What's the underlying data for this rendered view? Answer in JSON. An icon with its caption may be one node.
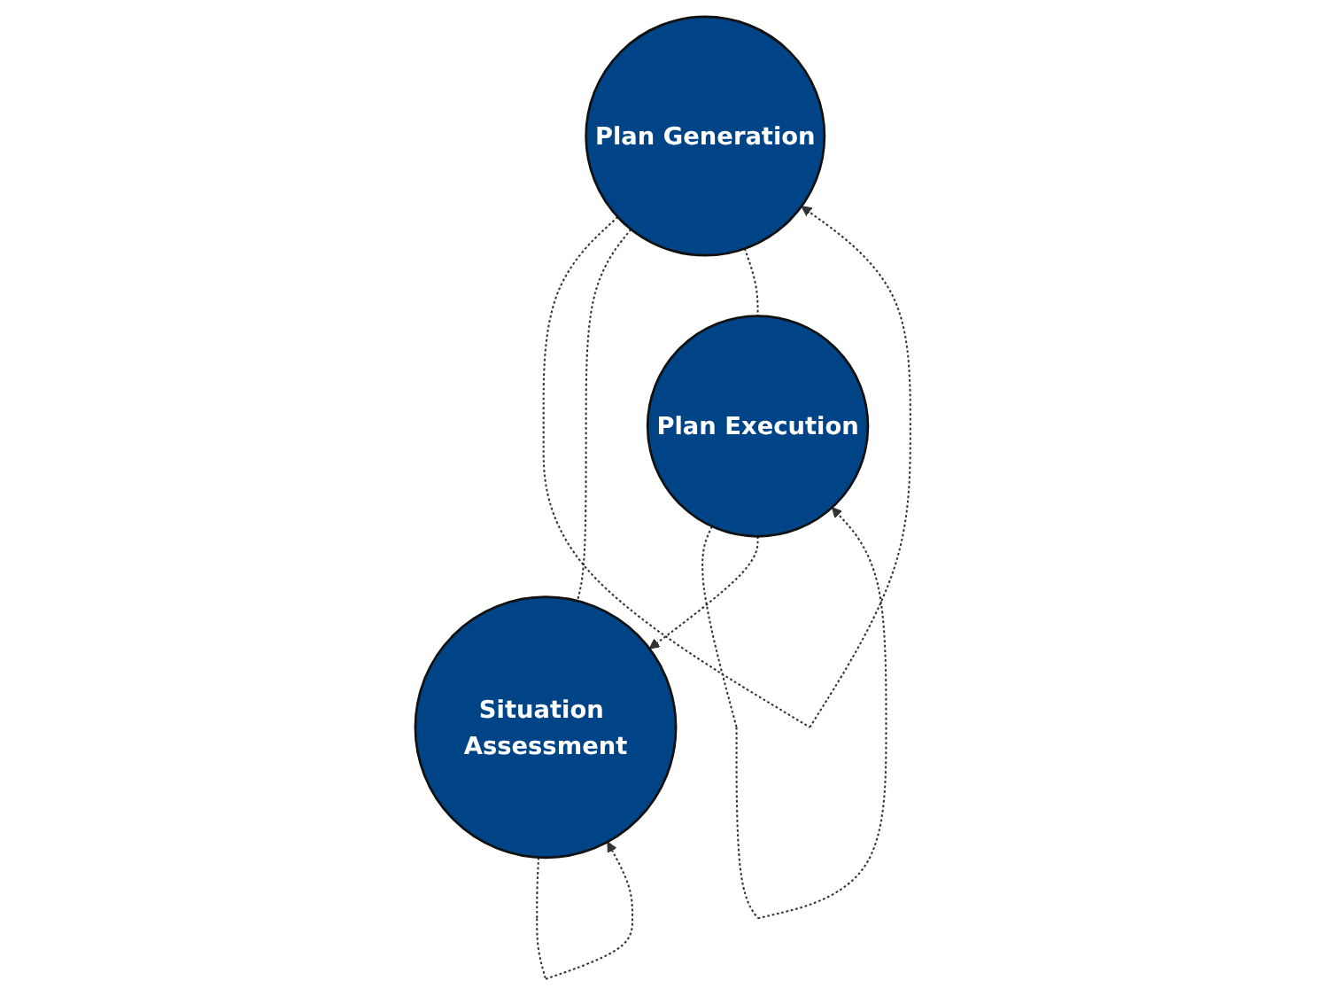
{
  "diagram": {
    "nodes": [
      {
        "text": [
          "Plan Generation"
        ]
      },
      {
        "text": [
          "Situation Assessment"
        ]
      },
      {
        "text": [
          "Plan Execution"
        ]
      }
    ],
    "edges": [
      {
        "from": 0,
        "to": 0,
        "arrow": "to",
        "style": "dashed"
      },
      {
        "from": 1,
        "to": 1,
        "arrow": "to",
        "style": "dashed"
      },
      {
        "from": 2,
        "to": 2,
        "arrow": "to",
        "style": "dashed"
      },
      {
        "from": 0,
        "to": 1,
        "arrow": "none",
        "style": "dashed"
      },
      {
        "from": 0,
        "to": 2,
        "arrow": "none",
        "style": "dashed"
      },
      {
        "from": 2,
        "to": 1,
        "arrow": "to",
        "style": "dashed"
      }
    ]
  }
}
